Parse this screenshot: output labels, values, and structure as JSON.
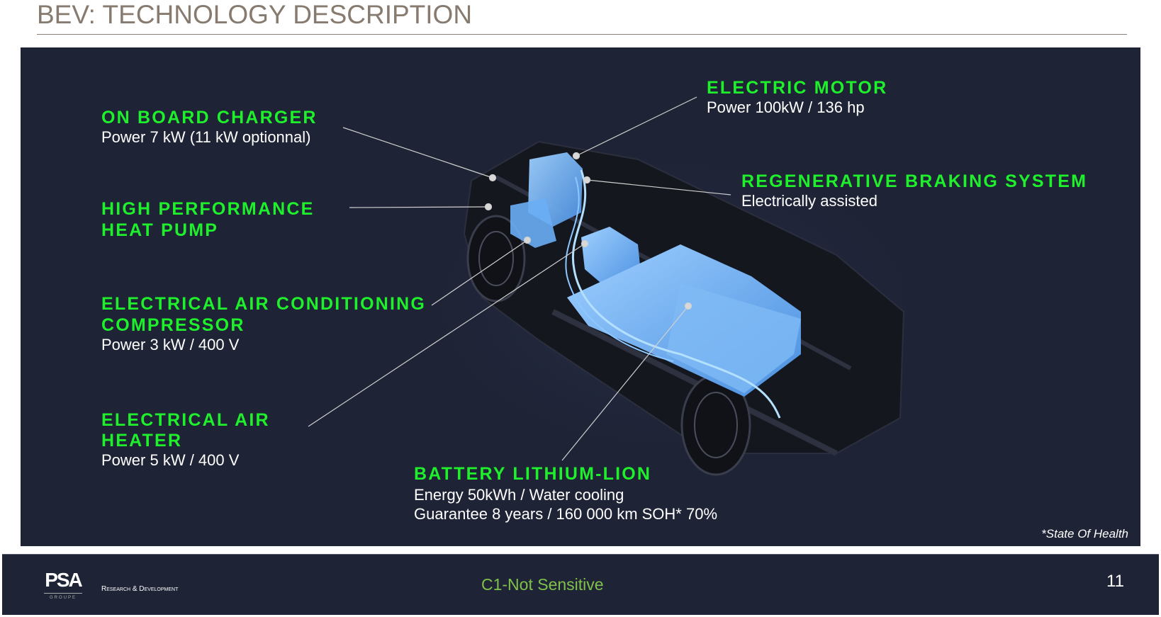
{
  "header": {
    "title": "BEV: TECHNOLOGY DESCRIPTION"
  },
  "components": {
    "on_board_charger": {
      "title": "ON BOARD CHARGER",
      "detail": "Power 7 kW (11 kW optionnal)"
    },
    "heat_pump": {
      "title_line1": "HIGH PERFORMANCE",
      "title_line2": "HEAT PUMP"
    },
    "ac_compressor": {
      "title_line1": "ELECTRICAL AIR CONDITIONING",
      "title_line2": "COMPRESSOR",
      "detail": "Power 3 kW / 400 V"
    },
    "air_heater": {
      "title_line1": "ELECTRICAL AIR",
      "title_line2": "HEATER",
      "detail": "Power 5 kW / 400 V"
    },
    "electric_motor": {
      "title": "ELECTRIC MOTOR",
      "detail": "Power 100kW / 136 hp"
    },
    "regen_braking": {
      "title": "REGENERATIVE BRAKING SYSTEM",
      "detail": "Electrically assisted"
    },
    "battery": {
      "title": "BATTERY LITHIUM-LION",
      "detail_line1": "Energy 50kWh / Water cooling",
      "detail_line2": "Guarantee 8 years / 160 000 km SOH* 70%"
    }
  },
  "footnote": "*State Of Health",
  "footer": {
    "logo_text": "PSA",
    "logo_sub": "GROUPE",
    "department": "Research & Development",
    "classification": "C1-Not Sensitive",
    "page_number": "11"
  },
  "colors": {
    "accent_green": "#1ff02c",
    "panel": "#1f2336",
    "classification": "#7fc24a",
    "title": "#877a6e"
  }
}
